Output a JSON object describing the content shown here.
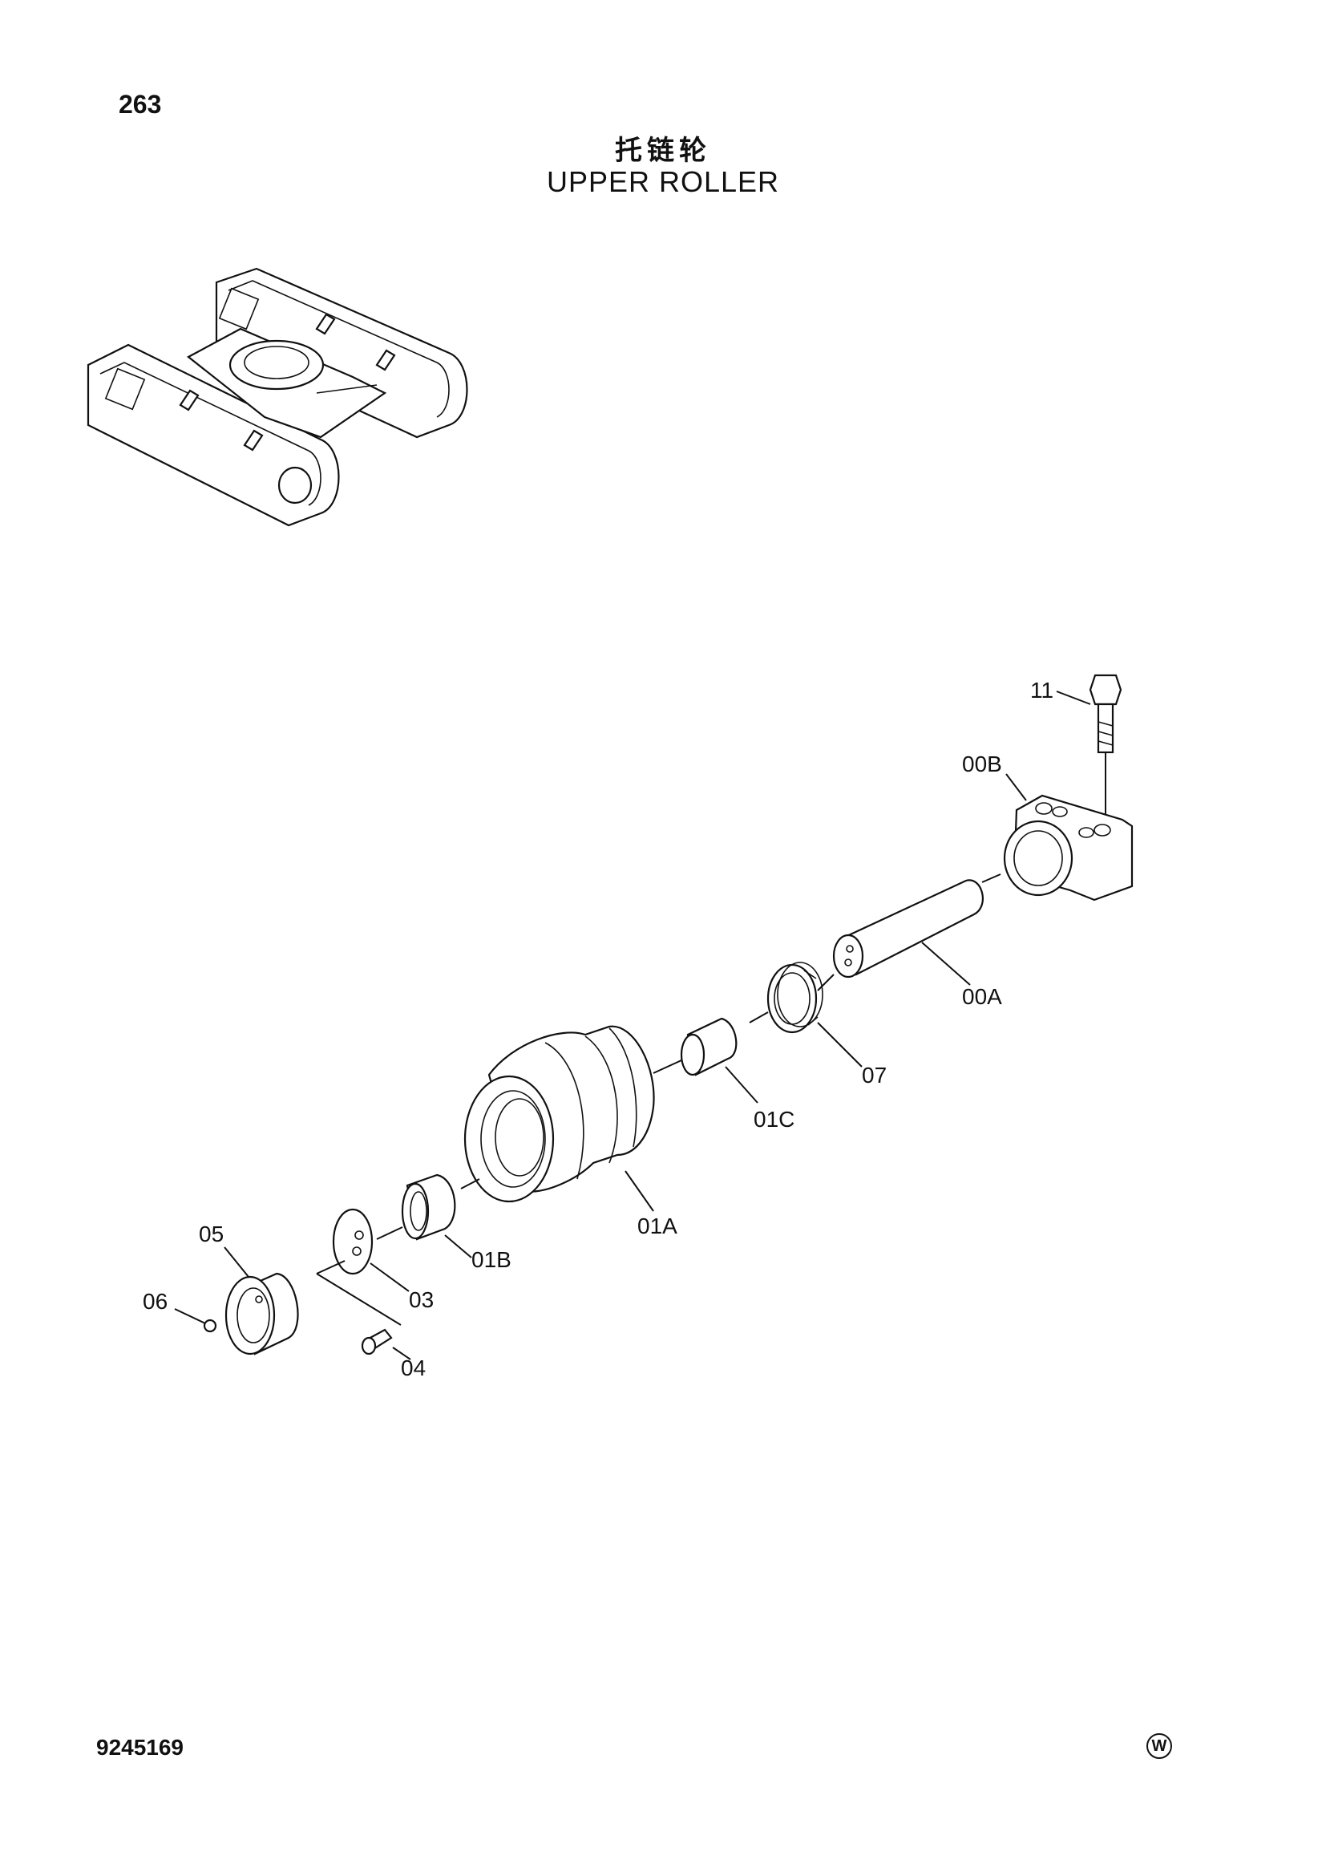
{
  "header": {
    "page_number": "263",
    "title_cn": "托链轮",
    "title_en": "UPPER ROLLER"
  },
  "callouts": {
    "c11": "11",
    "c00B": "00B",
    "c00A": "00A",
    "c07": "07",
    "c01C": "01C",
    "c01A": "01A",
    "c01B": "01B",
    "c05": "05",
    "c06": "06",
    "c03": "03",
    "c04": "04"
  },
  "footer": {
    "doc_number": "9245169",
    "mark": "W"
  }
}
